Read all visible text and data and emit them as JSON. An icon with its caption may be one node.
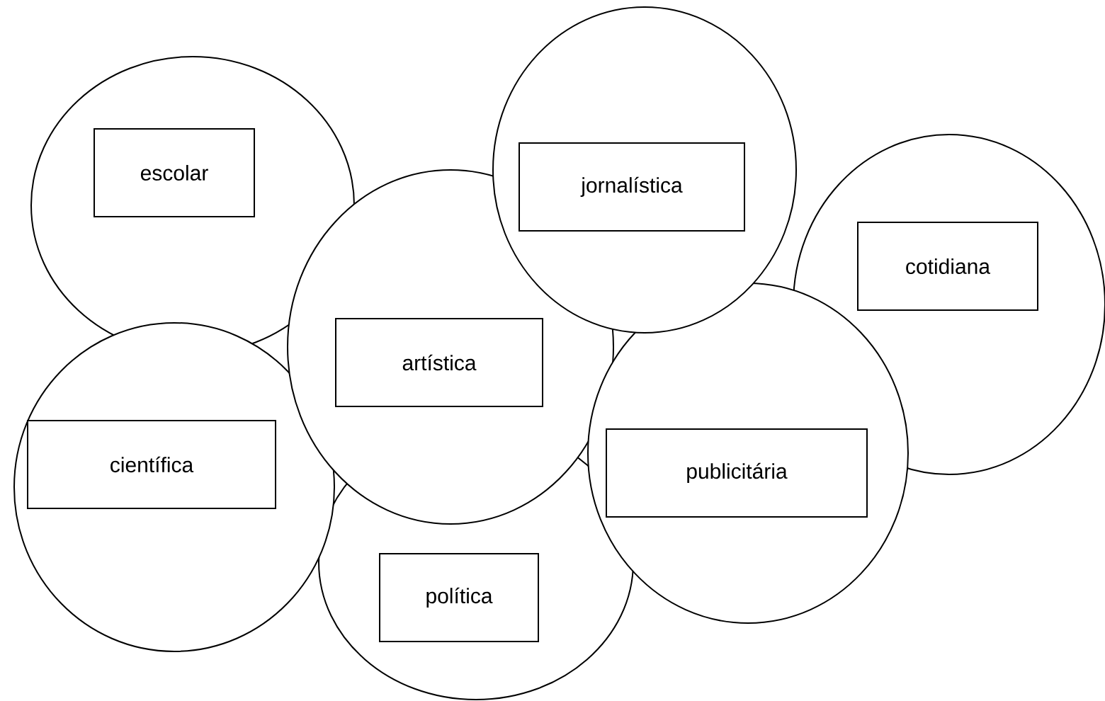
{
  "diagram": {
    "nodes": [
      {
        "text": [
          "escolar"
        ]
      },
      {
        "text": [
          "jornalística"
        ]
      },
      {
        "text": [
          "cotidiana"
        ]
      },
      {
        "text": [
          "artística"
        ]
      },
      {
        "text": [
          "científica"
        ]
      },
      {
        "text": [
          "publicitária"
        ]
      },
      {
        "text": [
          "política"
        ]
      }
    ]
  }
}
